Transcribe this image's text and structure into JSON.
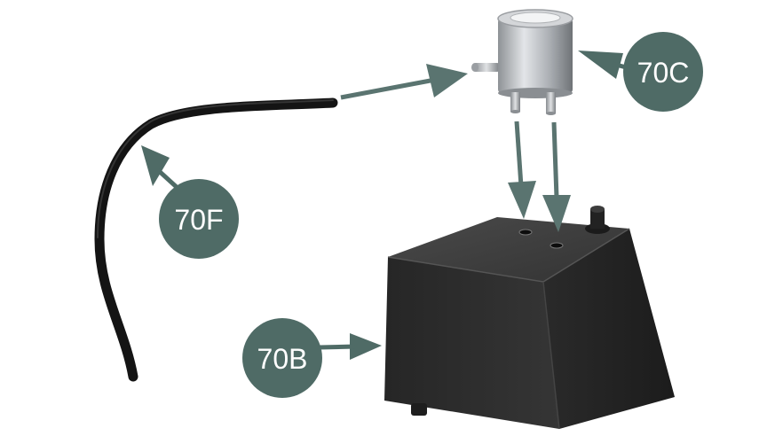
{
  "callouts": {
    "c70C": {
      "label": "70C",
      "part": "valve"
    },
    "c70F": {
      "label": "70F",
      "part": "hose"
    },
    "c70B": {
      "label": "70B",
      "part": "pump-box"
    }
  },
  "colors": {
    "callout_fill": "#4f6b66",
    "arrow": "#5a7470",
    "hose": "#1a1a1a",
    "box_front": "#2e2e2e",
    "box_top": "#3a3a3a",
    "valve_metal": "#b9bcc0"
  }
}
